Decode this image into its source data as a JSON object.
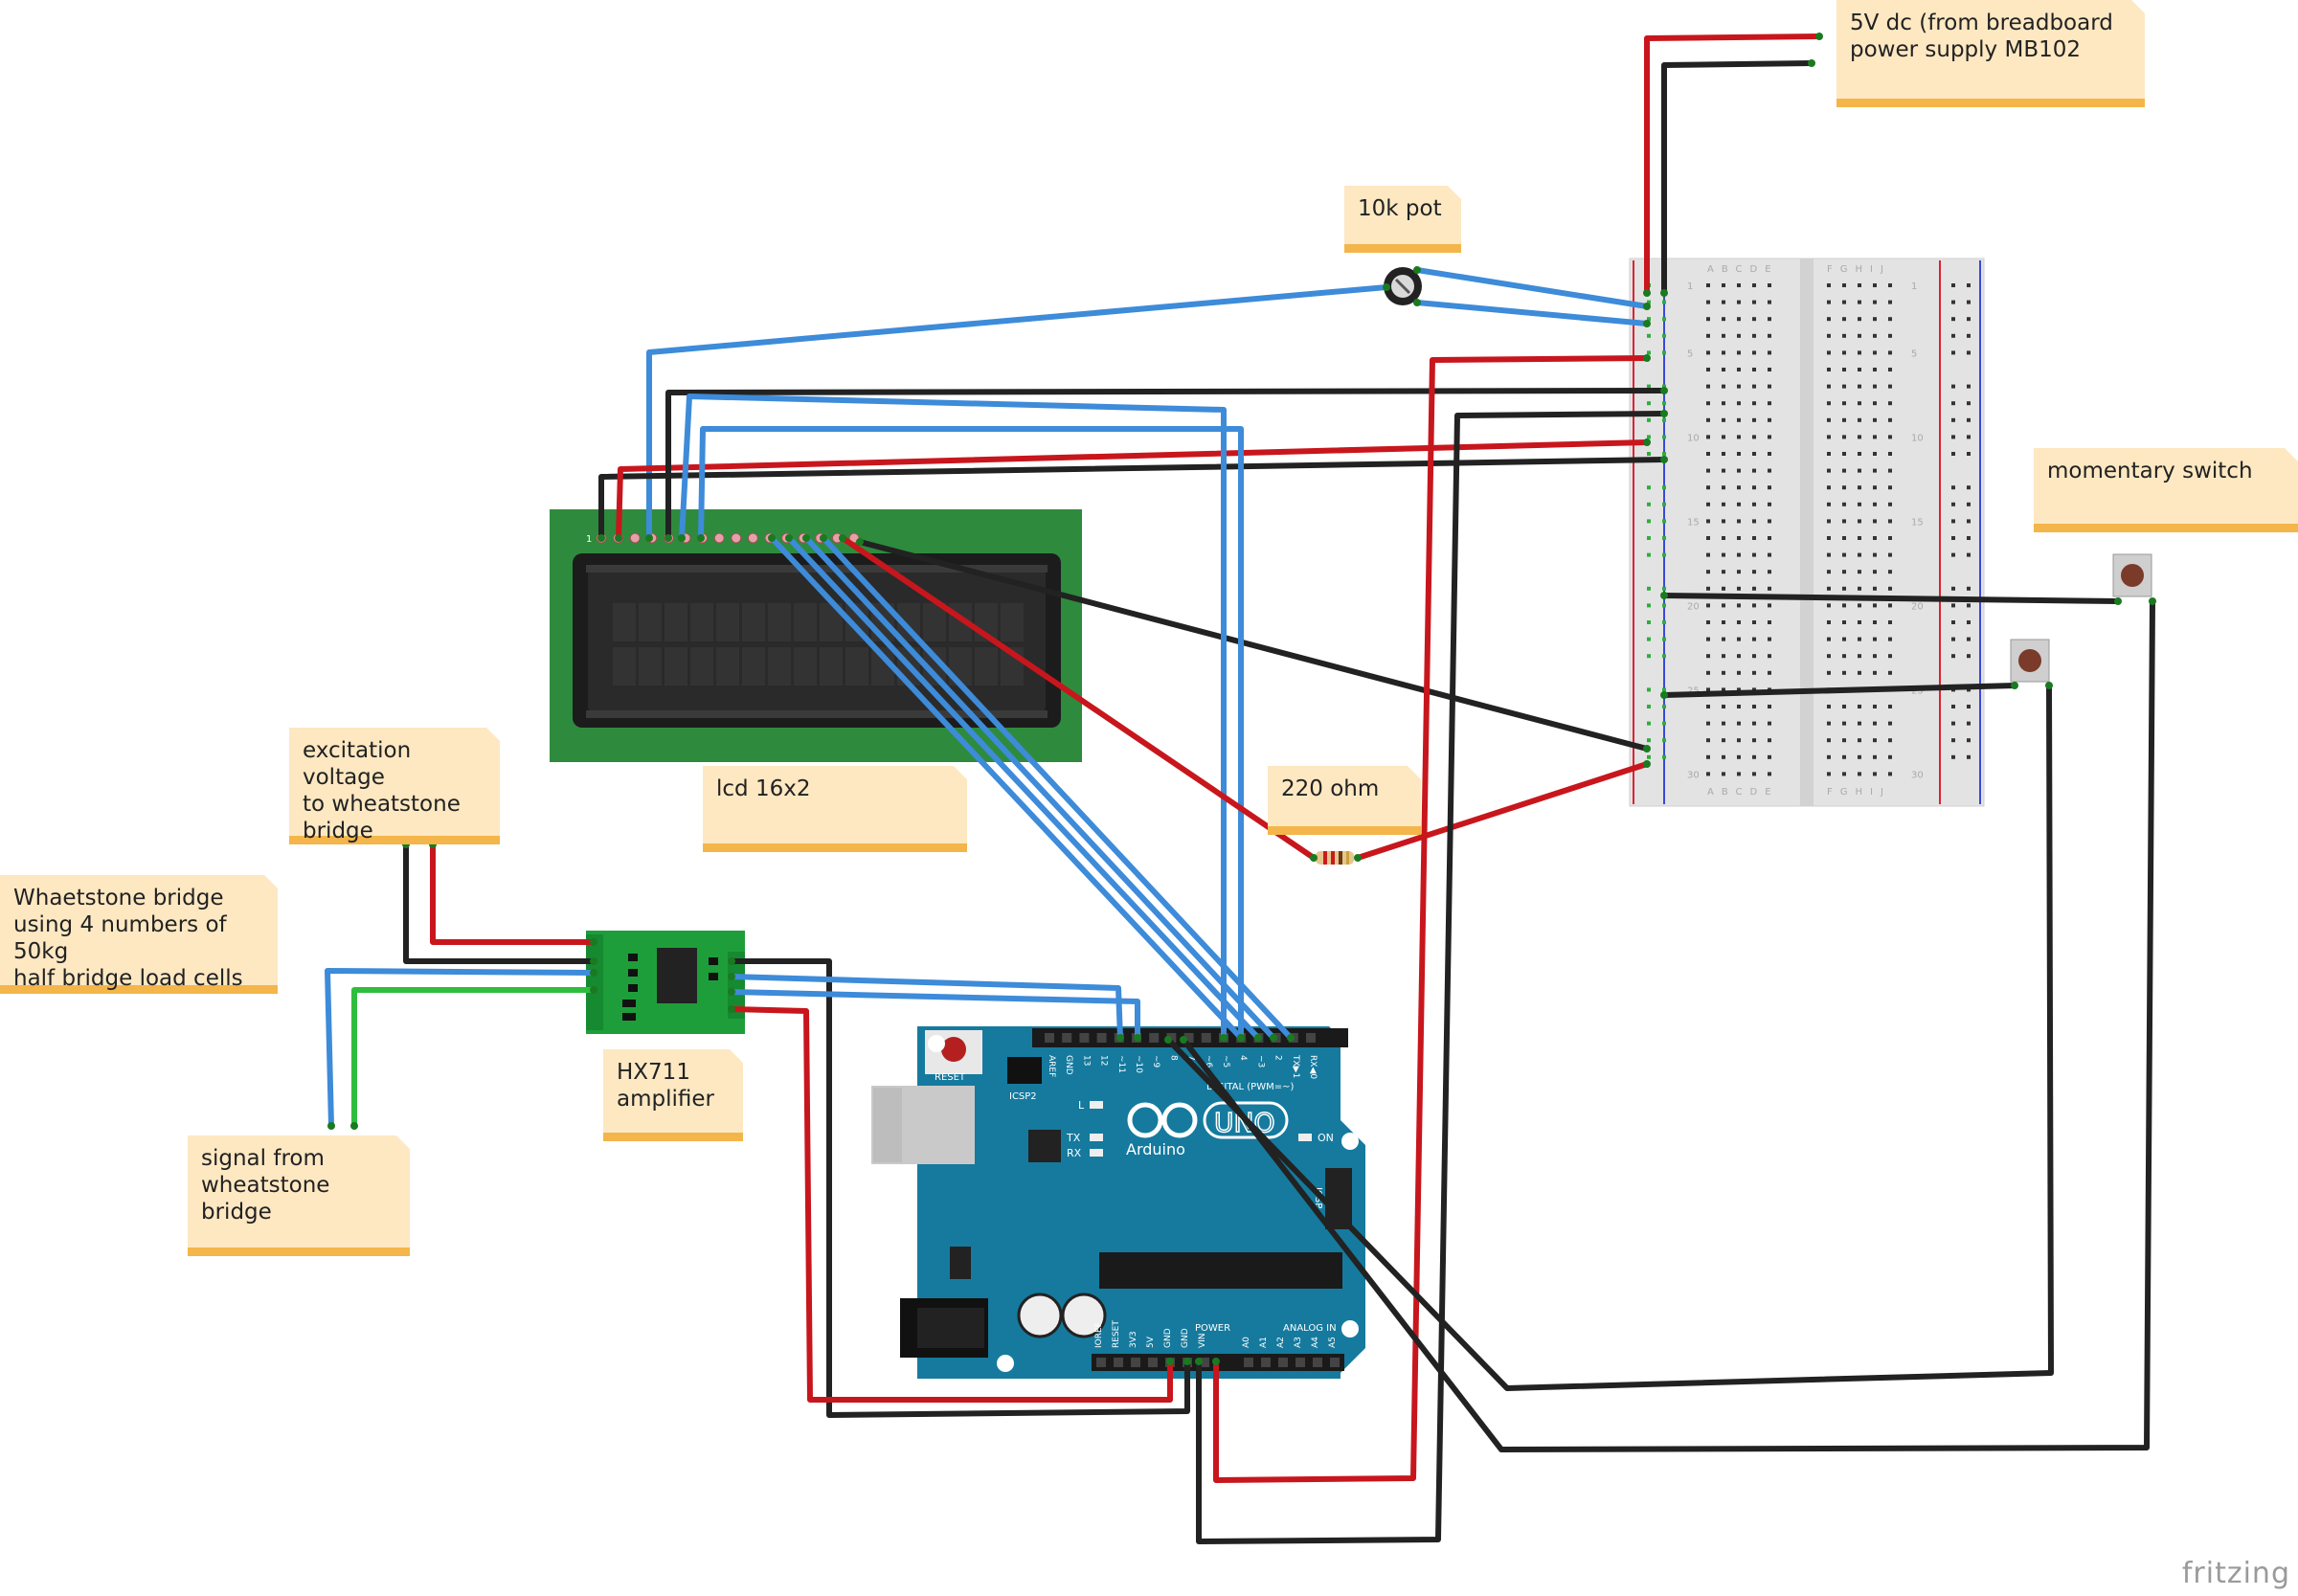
{
  "notes": {
    "power_supply": "5V dc (from breadboard\npower supply MB102",
    "pot": "10k pot",
    "momentary_switch": "momentary switch",
    "excitation": "excitation voltage\nto wheatstone\nbridge",
    "lcd": "lcd 16x2",
    "resistor": "220 ohm",
    "wheatstone": "Whaetstone bridge\nusing 4 numbers of 50kg\nhalf bridge load cells",
    "hx711": "HX711\namplifier",
    "signal": "signal from\nwheatstone bridge"
  },
  "arduino": {
    "brand": "Arduino",
    "model": "UNO",
    "reset": "RESET",
    "icsp2": "ICSP2",
    "icsp": "ICSP",
    "digital_label": "DIGITAL (PWM=~)",
    "on": "ON",
    "led_l": "L",
    "led_tx": "TX",
    "led_rx": "RX",
    "power_label": "POWER",
    "analog_label": "ANALOG IN",
    "digital_pins": [
      "AREF",
      "GND",
      "13",
      "12",
      "~11",
      "~10",
      "~9",
      "8",
      "7",
      "~6",
      "~5",
      "4",
      "~3",
      "2",
      "TX▶1",
      "RX◀0"
    ],
    "power_pins": [
      "IOREF",
      "RESET",
      "3V3",
      "5V",
      "GND",
      "GND",
      "VIN"
    ],
    "analog_pins": [
      "A0",
      "A1",
      "A2",
      "A3",
      "A4",
      "A5"
    ]
  },
  "breadboard": {
    "left_cols": [
      "A",
      "B",
      "C",
      "D",
      "E"
    ],
    "right_cols": [
      "F",
      "G",
      "H",
      "I",
      "J"
    ],
    "row_numbers": [
      "1",
      "5",
      "10",
      "15",
      "20",
      "25",
      "30"
    ]
  },
  "lcd_pin1": "1",
  "watermark": "fritzing",
  "colors": {
    "red_wire": "#c8161d",
    "black_wire": "#222222",
    "blue_wire": "#3d8bd9",
    "green_wire": "#2ebd3c",
    "arduino_board": "#157a9e",
    "lcd_pcb": "#2e8b3d",
    "hx711_pcb": "#1e9e3a",
    "note_fill": "#fde8c2",
    "note_band": "#f4b54a"
  }
}
